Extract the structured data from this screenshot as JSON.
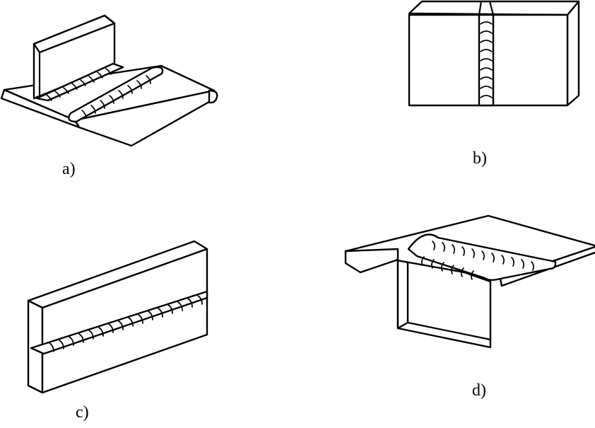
{
  "figure": {
    "panels": [
      {
        "id": "a",
        "label": "a)",
        "weld": "fillet-welds-on-t-joint-and-lap"
      },
      {
        "id": "b",
        "label": "b)",
        "weld": "vertical-butt-weld"
      },
      {
        "id": "c",
        "label": "c)",
        "weld": "horizontal-butt-weld"
      },
      {
        "id": "d",
        "label": "d)",
        "weld": "overhead-fillet-weld"
      }
    ]
  },
  "colors": {
    "line": "#000000",
    "background": "#ffffff"
  }
}
